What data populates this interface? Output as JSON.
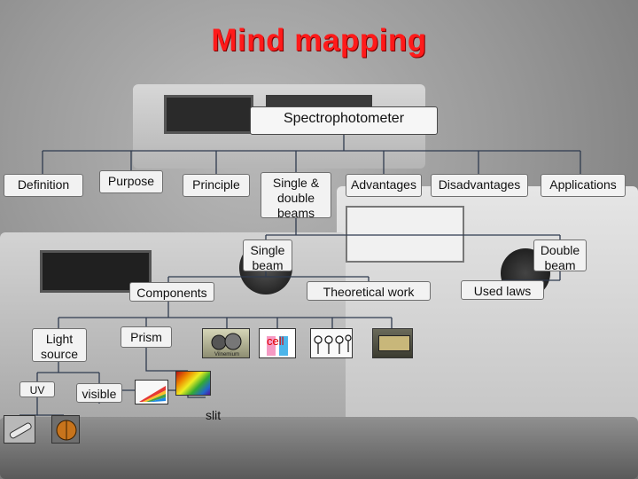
{
  "title": "Mind mapping",
  "root": "Spectrophotometer",
  "branches": {
    "definition": "Definition",
    "purpose": "Purpose",
    "principle": "Principle",
    "single_double": "Single & double beams",
    "advantages": "Advantages",
    "disadvantages": "Disadvantages",
    "applications": "Applications"
  },
  "beam": {
    "single": "Single beam",
    "double": "Double beam"
  },
  "sub": {
    "components": "Components",
    "theoretical_work": "Theoretical work",
    "used_laws": "Used laws",
    "light_source": "Light source",
    "prism": "Prism",
    "cell": "cell",
    "uv": "UV",
    "visible": "visible",
    "slit": "slit"
  },
  "image_captions": {
    "detector_caption": "Vilnemium"
  }
}
